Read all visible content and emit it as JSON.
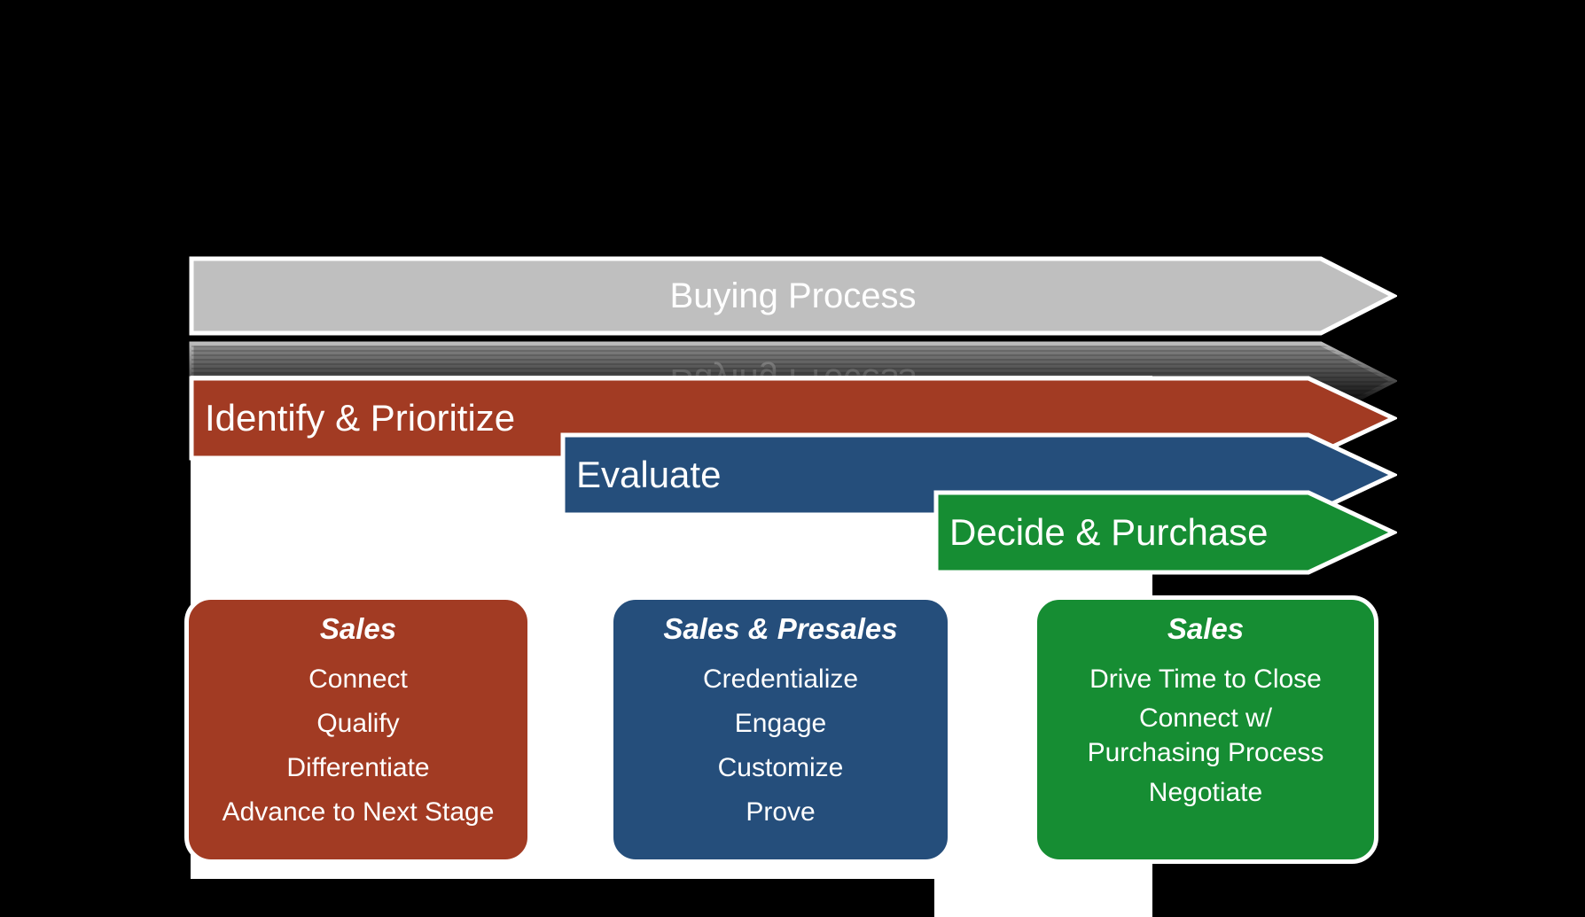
{
  "colors": {
    "canvas_bg": "#000000",
    "panel_bg": "#ffffff",
    "gray": "#bfbfbf",
    "red": "#a23b23",
    "blue": "#254e7b",
    "green": "#168d33",
    "text": "#ffffff"
  },
  "buying_arrow": {
    "label": "Buying Process"
  },
  "stage_arrows": [
    {
      "id": "identify",
      "label": "Identify & Prioritize",
      "color_key": "red"
    },
    {
      "id": "evaluate",
      "label": "Evaluate",
      "color_key": "blue"
    },
    {
      "id": "decide",
      "label": "Decide & Purchase",
      "color_key": "green"
    }
  ],
  "boxes": [
    {
      "title": "Sales",
      "items": [
        "Connect",
        "Qualify",
        "Differentiate",
        "Advance to Next Stage"
      ],
      "color_key": "red"
    },
    {
      "title": "Sales & Presales",
      "items": [
        "Credentialize",
        "Engage",
        "Customize",
        "Prove"
      ],
      "color_key": "blue"
    },
    {
      "title": "Sales",
      "items": [
        "Drive Time to Close",
        "Connect w/\nPurchasing Process",
        "Negotiate"
      ],
      "color_key": "green"
    }
  ]
}
